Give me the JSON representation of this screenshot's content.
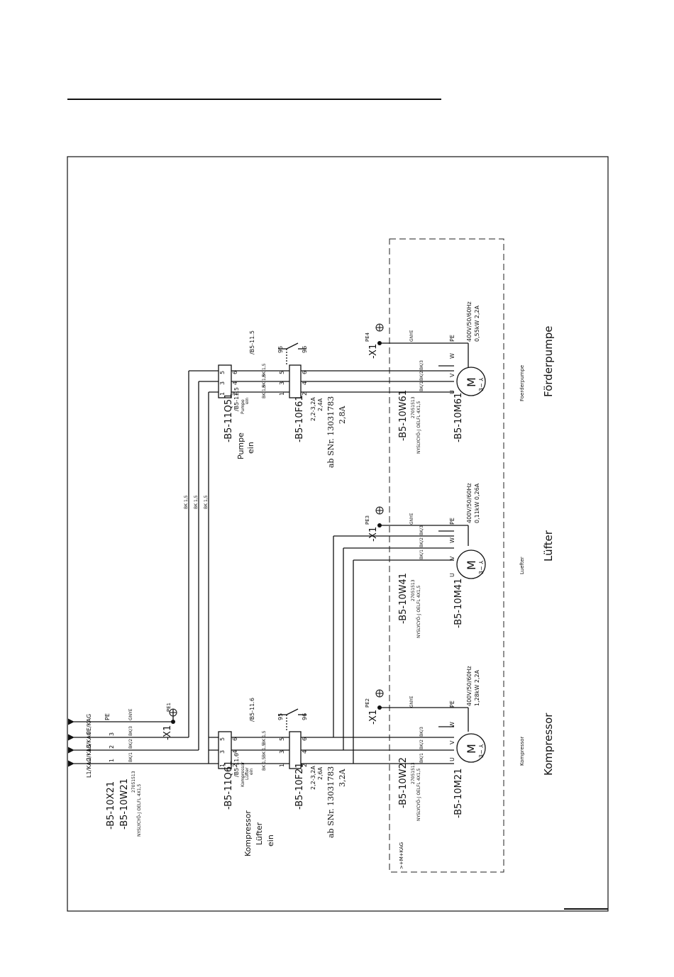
{
  "labels": {
    "x21": "-B5-10X21",
    "w21": "-B5-10W21",
    "w21_part": "27051513",
    "w21_cable": "NYSLYCYÖ-J OELFL 4X1,5",
    "x1": "-X1",
    "pe1": "PE1",
    "pe": "PE",
    "gnye": "GNYE",
    "bk1": "BK/1",
    "bk2": "BK/2",
    "bk3": "BK/3",
    "bk15": "BK 1,5",
    "t1": "1",
    "t2": "2",
    "t3": "3",
    "t4": "4",
    "t5": "5",
    "t6": "6",
    "t95": "95",
    "t96": "96",
    "u": "U",
    "v": "V",
    "w": "W",
    "motor_m": "M",
    "motor_phase": "3~ ⅄",
    "pekag": "PE/KAG",
    "l3kag": "L3/KAG",
    "l2kag": "L2/KAG",
    "l1kag": "L1/KAG",
    "q61": "-B5-11Q61",
    "q61_ref": "/B5-11.6",
    "q61_small1": "Kompressor",
    "q61_small2": "Lüfter",
    "q61_small3": "ein",
    "q61_desc1": "Kompressor",
    "q61_desc2": "Lüfter",
    "q61_desc3": "ein",
    "f21": "-B5-10F21",
    "f21_r1": "2,2-3,2A",
    "f21_r2": "2,6A",
    "f21_sn": "ab SNr. 13031783",
    "f21_sn2": "3,2A",
    "f21_ref": "/B5-11.6",
    "q51": "-B5-11Q51",
    "q51_ref": "/B5-11.5",
    "q51_small1": "Pumpe",
    "q51_small2": "ein",
    "q51_desc1": "Pumpe",
    "q51_desc2": "ein",
    "f61": "-B5-10F61",
    "f61_r1": "2,2-3,2A",
    "f61_r2": "2,4A",
    "f61_sn": "ab SNr. 13031783",
    "f61_sn2": "2,8A",
    "f61_ref": "/B5-11.5",
    "pe2": "PE2",
    "pe3": "PE3",
    "pe4": "PE4",
    "w22": "-B5-10W22",
    "w22_part": "27051513",
    "w22_cable": "NYSLYCYÖ-J OELFL 4X1,5",
    "w41": "-B5-10W41",
    "w41_part": "27051513",
    "w41_cable": "NYSLYCYÖ-J OELFL 4X1,5",
    "w61": "-B5-10W61",
    "w61_part": "27051513",
    "w61_cable": "NYSLYCYÖ-J OELFL 4X1,5",
    "m21": "-B5-10M21",
    "m41": "-B5-10M41",
    "m61": "-B5-10M61",
    "m21_rating1": "400V/50/60Hz",
    "m21_rating2": "1,28kW 2,2A",
    "m41_rating1": "400V/50/60Hz",
    "m41_rating2": "0,11kW 0,26A",
    "m61_rating1": "400V/50/60Hz",
    "m61_rating2": "0,55kW 2,2A",
    "kompressor_small": "Kompressor",
    "luefter_small": "Luefter",
    "foerder_small": "Foerderpumpe",
    "kompressor": "Kompressor",
    "luefter": "Lüfter",
    "foerderpumpe": "Förderpumpe",
    "location": ">+M+KAG"
  }
}
